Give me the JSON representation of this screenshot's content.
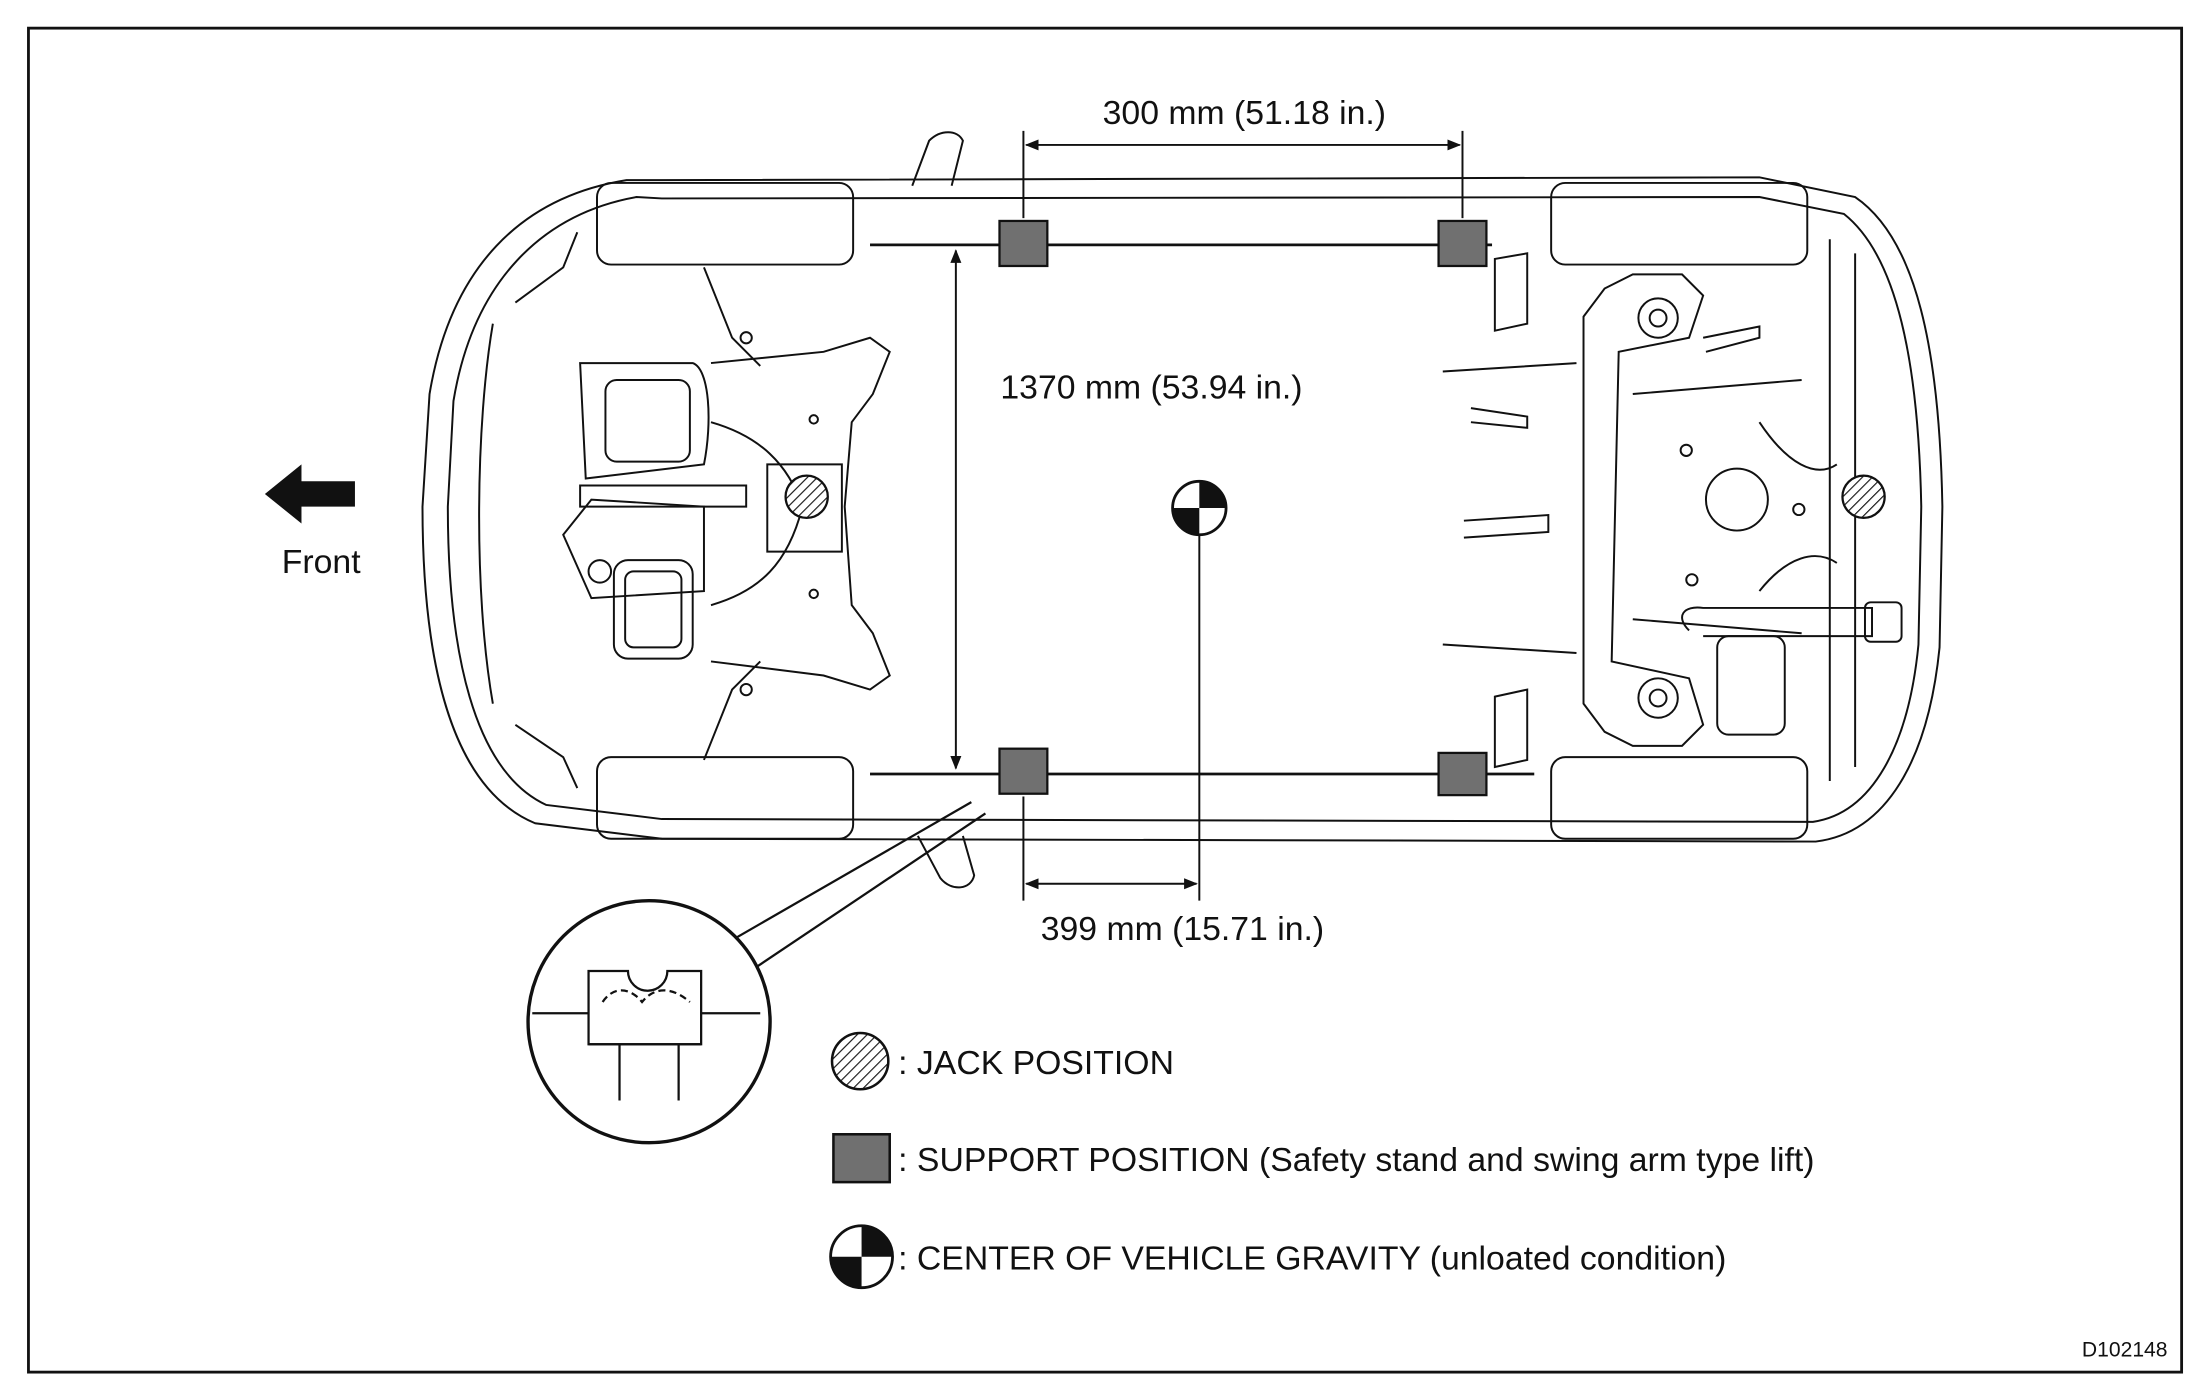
{
  "dimensions": {
    "support_spacing": "300 mm (51.18 in.)",
    "track_width": "1370 mm (53.94 in.)",
    "gravity_offset": "399 mm (15.71 in.)"
  },
  "direction": {
    "label": "Front"
  },
  "legend": {
    "jack": ": JACK POSITION",
    "support": ": SUPPORT POSITION (Safety stand and swing arm type lift)",
    "gravity": ": CENTER OF VEHICLE GRAVITY (unloated condition)"
  },
  "figure_id": "D102148",
  "colors": {
    "support_marker": "#707070",
    "line": "#111111",
    "background": "#ffffff"
  }
}
